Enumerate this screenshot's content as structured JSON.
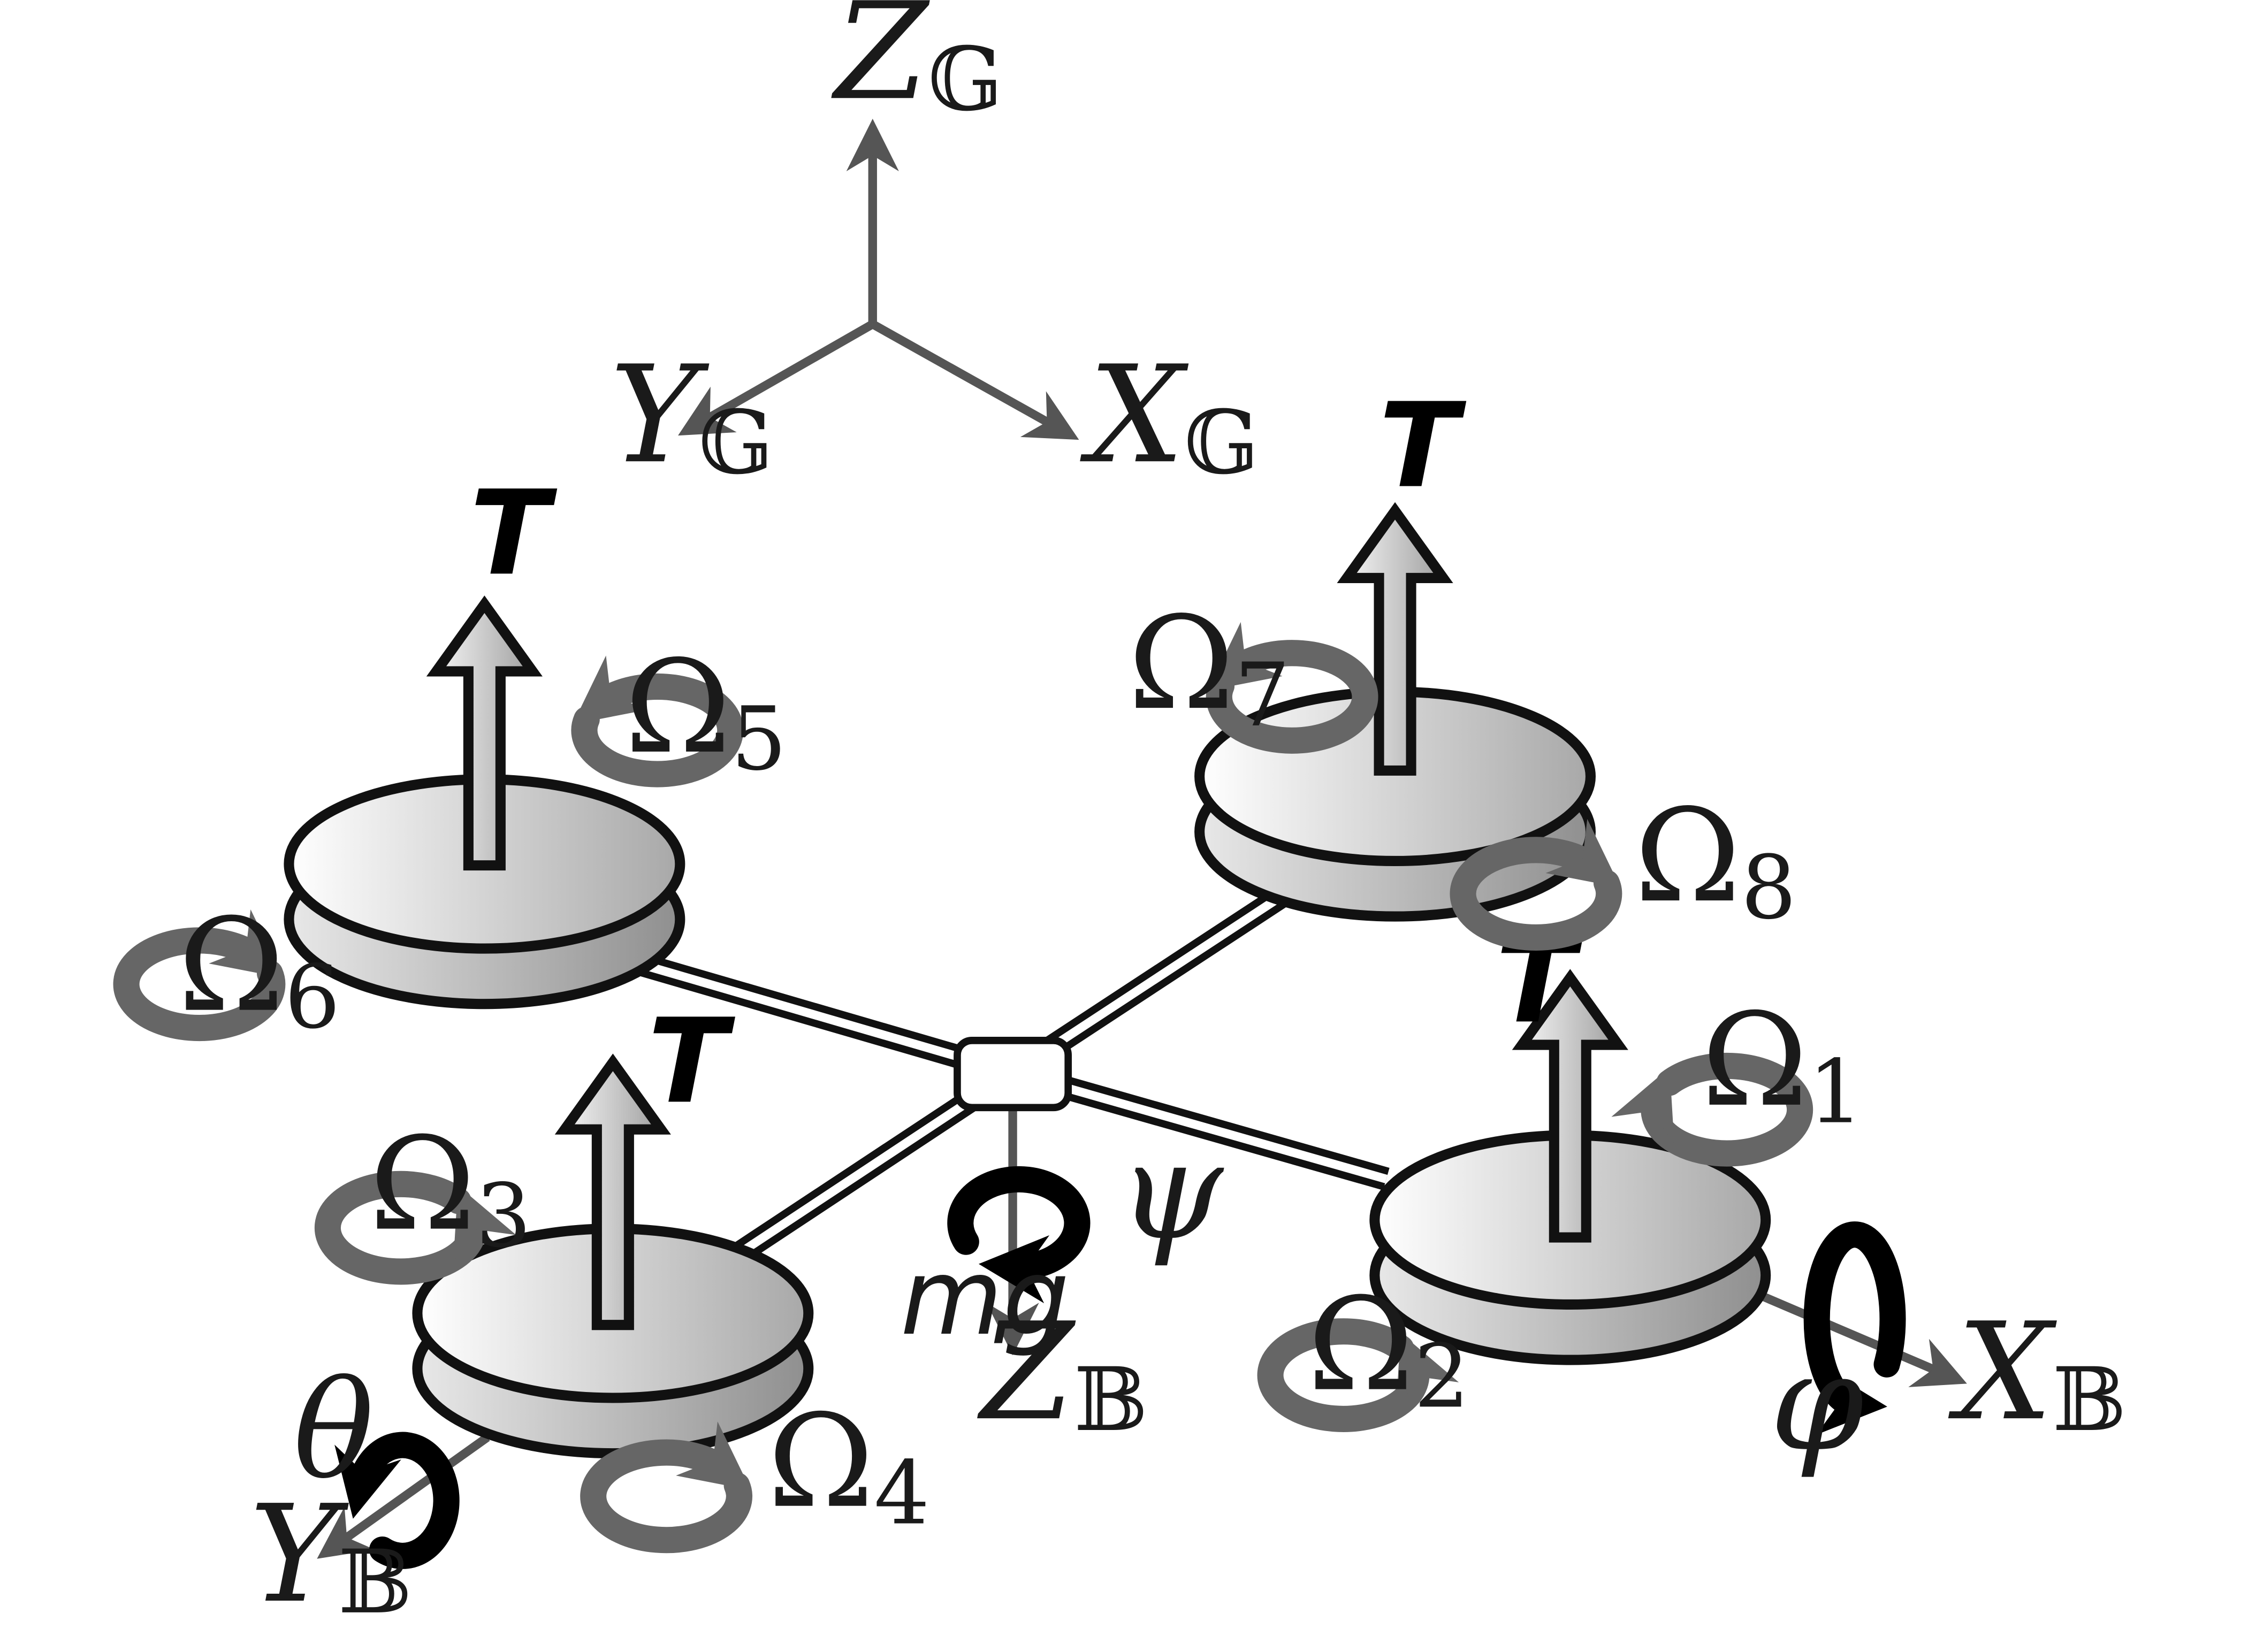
{
  "ground_frame": {
    "z": "Z",
    "y": "Y",
    "x": "X",
    "subscript": "𝔾"
  },
  "body_frame": {
    "x": "X",
    "y": "Y",
    "z": "Z",
    "subscript": "𝔹"
  },
  "angles": {
    "roll": "φ",
    "pitch": "θ",
    "yaw": "ψ"
  },
  "gravity": "mg",
  "thrust": "T",
  "omega_symbol": "Ω",
  "rotors": [
    {
      "index": "1"
    },
    {
      "index": "2"
    },
    {
      "index": "3"
    },
    {
      "index": "4"
    },
    {
      "index": "5"
    },
    {
      "index": "6"
    },
    {
      "index": "7"
    },
    {
      "index": "8"
    }
  ],
  "colors": {
    "outline": "#111111",
    "arrow_gray": "#666666",
    "axis_gray": "#555555"
  }
}
